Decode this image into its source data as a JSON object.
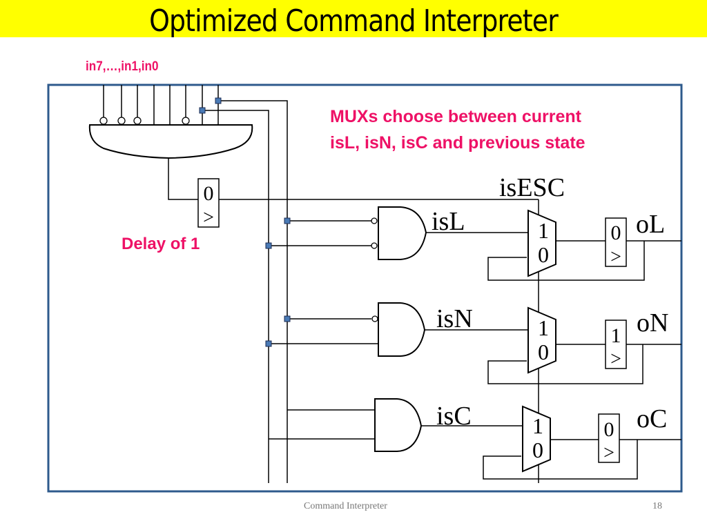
{
  "slide": {
    "title": "Optimized Command Interpreter",
    "footer_text": "Command Interpreter",
    "page_number": "18"
  },
  "annotations": {
    "inputs_label": "in7,…,in1,in0",
    "mux_note_line1": "MUXs choose between current",
    "mux_note_line2": "isL, isN, isC and previous state",
    "delay_note": "Delay of 1"
  },
  "colors": {
    "title_background": "#ffff00",
    "annotation_color": "#ee1166",
    "frame_color": "#2e5a8c",
    "junction_color": "#4a7ab5"
  },
  "circuit": {
    "esc_detector": {
      "input_bubbles": [
        "in7",
        "in6",
        "in5",
        "in2"
      ],
      "delay_flipflop": {
        "init": "0",
        "clock": ">"
      },
      "output_label": "isESC"
    },
    "gates": [
      {
        "output": "isL",
        "type": "AND",
        "inverted_inputs": 2
      },
      {
        "output": "isN",
        "type": "AND",
        "inverted_inputs": 1
      },
      {
        "output": "isC",
        "type": "AND",
        "inverted_inputs": 0
      }
    ],
    "muxes": [
      {
        "input_1": "1",
        "input_0": "0"
      },
      {
        "input_1": "1",
        "input_0": "0"
      },
      {
        "input_1": "1",
        "input_0": "0"
      }
    ],
    "flipflops": [
      {
        "init": "0",
        "clock": ">",
        "output": "oL"
      },
      {
        "init": "1",
        "clock": ">",
        "output": "oN"
      },
      {
        "init": "0",
        "clock": ">",
        "output": "oC"
      }
    ]
  }
}
